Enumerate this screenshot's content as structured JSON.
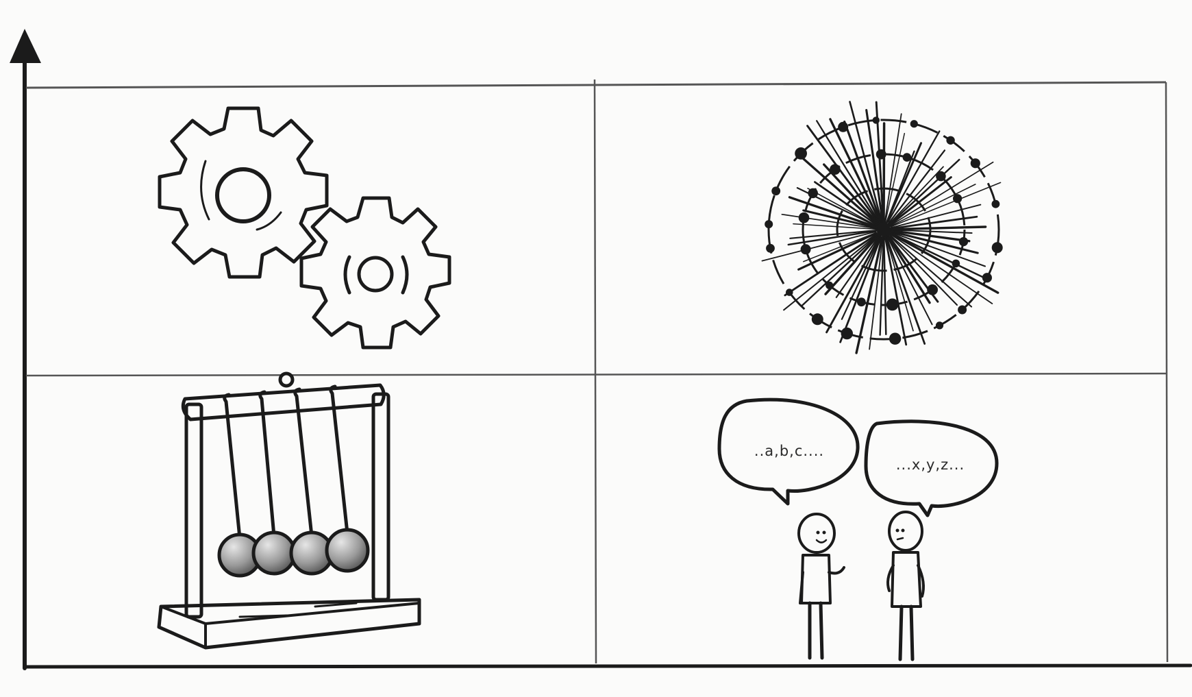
{
  "figure": {
    "quadrants": [
      {
        "id": "top-left",
        "depicts": "gears-icon"
      },
      {
        "id": "top-right",
        "depicts": "network-burst-icon"
      },
      {
        "id": "bottom-left",
        "depicts": "newtons-cradle-icon"
      },
      {
        "id": "bottom-right",
        "depicts": "two-people-talking-icon"
      }
    ],
    "speech_bubbles": [
      {
        "text": "..a,b,c...."
      },
      {
        "text": "...x,y,z..."
      }
    ],
    "colors": {
      "ink": "#1b1b1b",
      "paper": "#fbfbfa",
      "shade": "#9a9a9a"
    }
  }
}
